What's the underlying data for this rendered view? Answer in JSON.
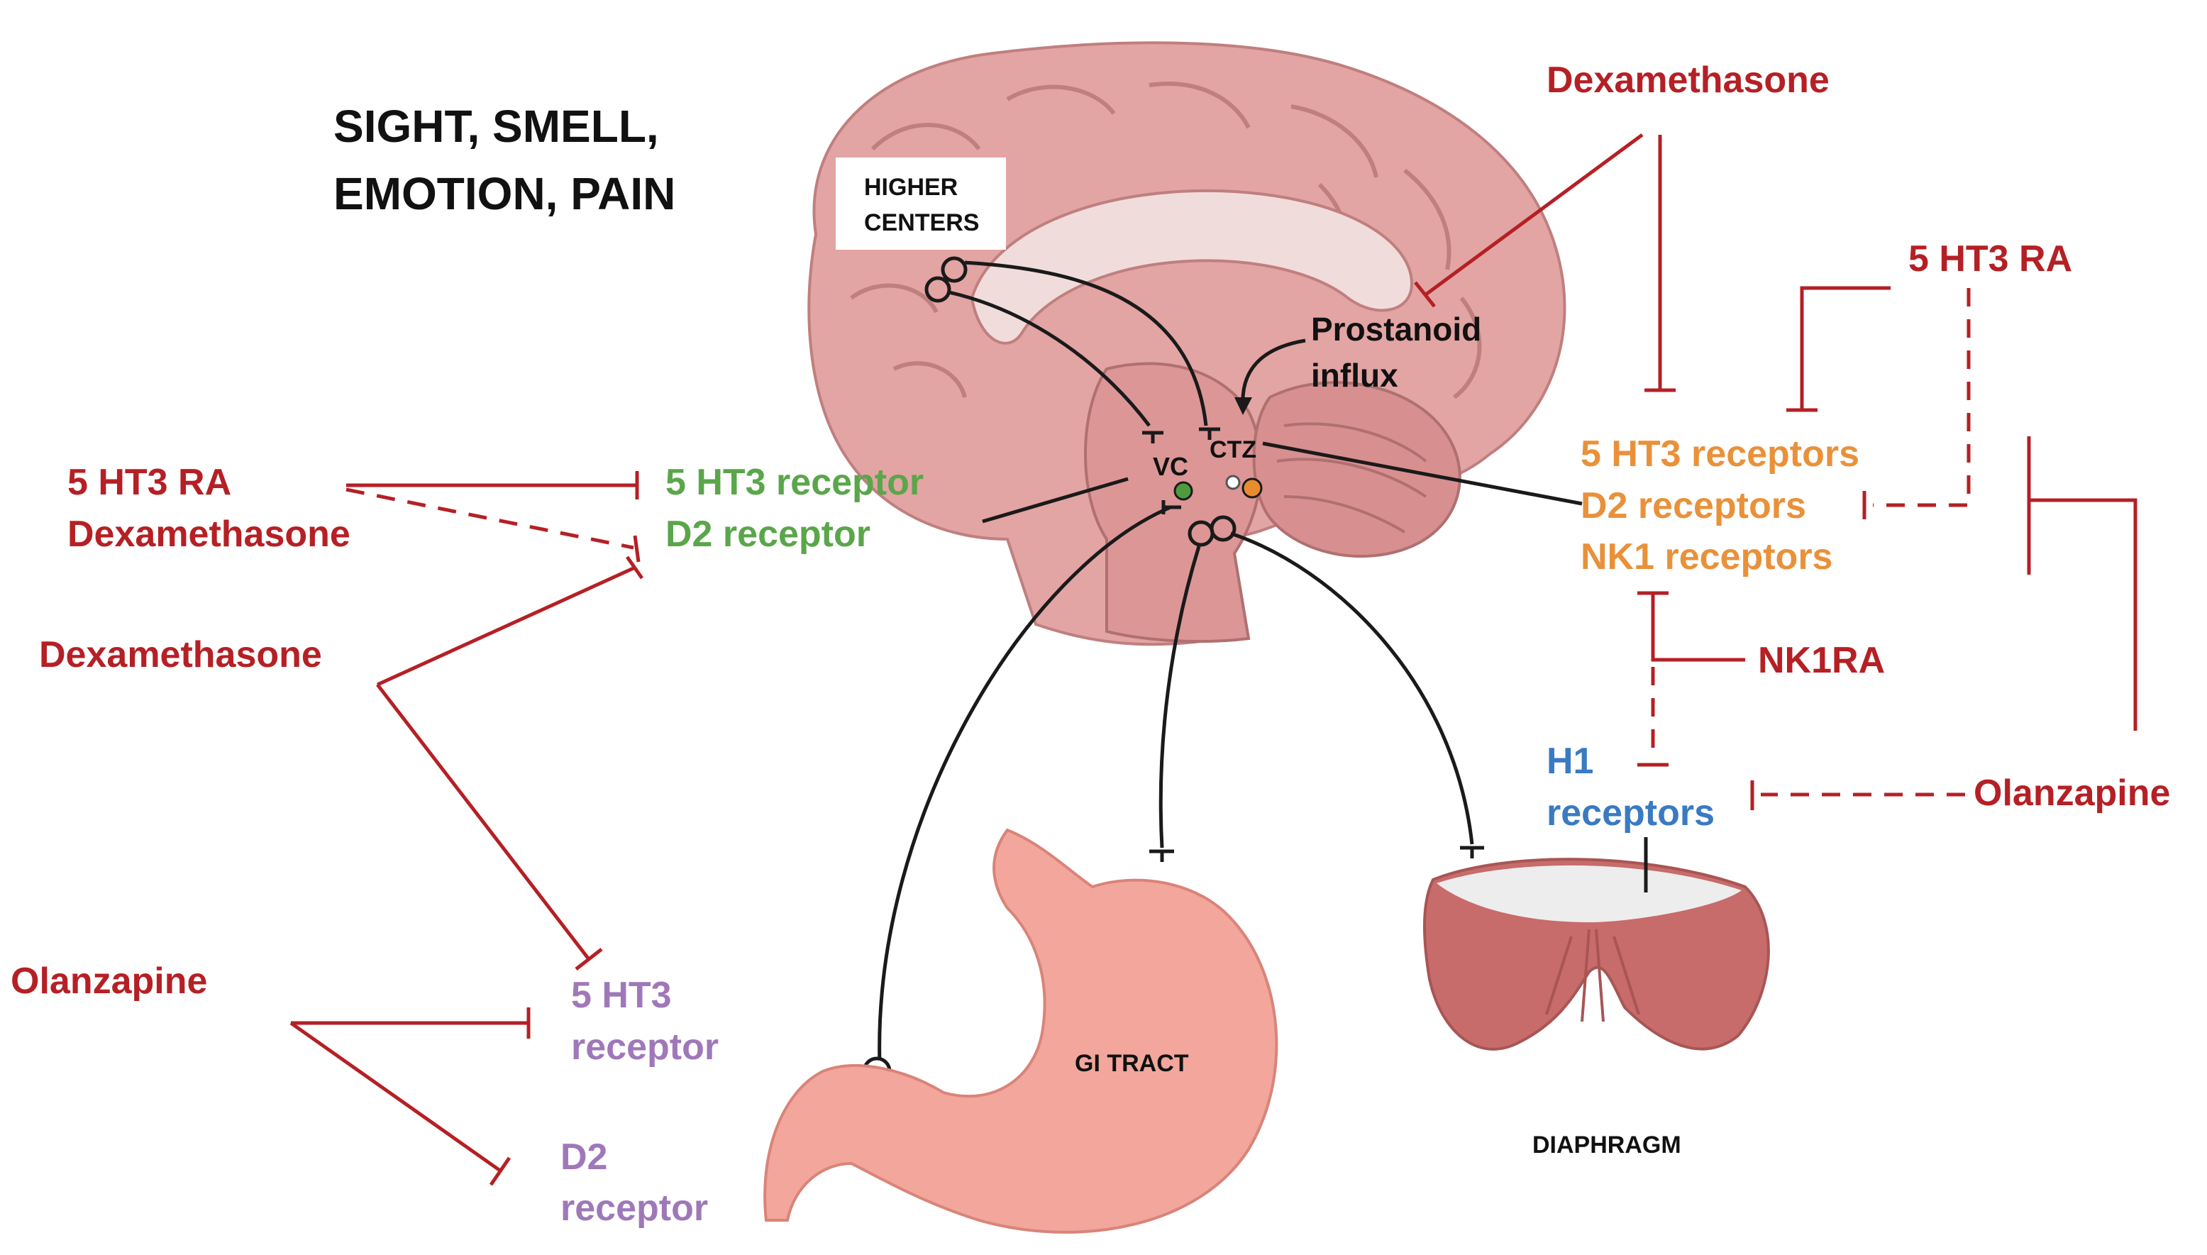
{
  "stimuli_label": [
    "SIGHT, SMELL,",
    "EMOTION, PAIN"
  ],
  "higher_centers_label": [
    "HIGHER",
    "CENTERS"
  ],
  "prostanoid_label": [
    "Prostanoid",
    "influx"
  ],
  "vc_label": "VC",
  "ctz_label": "CTZ",
  "left": {
    "drug_top": [
      "5 HT3 RA",
      "Dexamethasone"
    ],
    "receptor_green": [
      "5 HT3 receptor",
      "D2 receptor"
    ],
    "drug_mid": "Dexamethasone",
    "drug_bottom": "Olanzapine",
    "receptor_purple_1": [
      "5 HT3",
      "receptor"
    ],
    "receptor_purple_2": [
      "D2",
      "receptor"
    ]
  },
  "right": {
    "drug_top": "Dexamethasone",
    "drug_5ht3ra": "5 HT3 RA",
    "receptors_orange": [
      "5 HT3 receptors",
      "D2 receptors",
      "NK1 receptors"
    ],
    "drug_nk1ra": "NK1RA",
    "receptor_blue": [
      "H1",
      "receptors"
    ],
    "drug_olanzapine": "Olanzapine"
  },
  "organs": {
    "gi": "GI TRACT",
    "diaphragm": "DIAPHRAGM"
  },
  "colors": {
    "drug": "#b52025",
    "orange": "#e9913a",
    "green": "#5aa64a",
    "purple": "#9f78b9",
    "blue": "#3a7ac2",
    "brain": "#e3a4a4",
    "stomach": "#f2a69c",
    "diaphragm": "#c86b6b"
  }
}
